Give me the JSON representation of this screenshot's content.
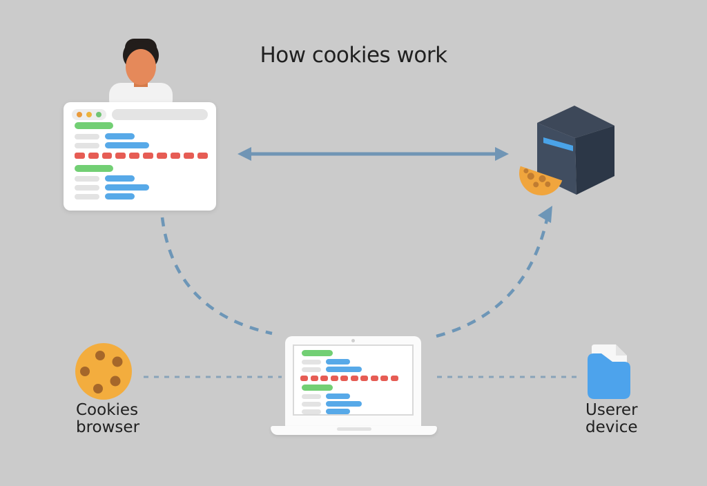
{
  "title": "How cookies work",
  "labels": {
    "cookies_browser": {
      "line1": "Cookies",
      "line2": "browser"
    },
    "user_device": {
      "line1": "Userer",
      "line2": "device"
    }
  },
  "nodes": [
    {
      "id": "user-browser",
      "description": "person behind a browser window with mock content",
      "position": "top-left"
    },
    {
      "id": "server",
      "description": "dark server cube with blue stripe and cookie wedge",
      "position": "top-right"
    },
    {
      "id": "laptop",
      "description": "laptop showing the same mock page content",
      "position": "bottom-center"
    },
    {
      "id": "cookie",
      "label": "Cookies browser",
      "position": "bottom-left"
    },
    {
      "id": "device-folder",
      "label": "Userer device",
      "position": "bottom-right"
    }
  ],
  "connectors": [
    {
      "from": "user-browser",
      "to": "server",
      "style": "solid double-headed arrow"
    },
    {
      "from": "user-browser",
      "to": "laptop",
      "style": "dashed curve"
    },
    {
      "from": "laptop",
      "to": "server",
      "style": "dashed curve with arrowhead"
    },
    {
      "from": "cookie",
      "to": "laptop",
      "style": "dotted line"
    },
    {
      "from": "laptop",
      "to": "device-folder",
      "style": "dotted line"
    }
  ],
  "colors": {
    "background": "#cbcbcb",
    "text": "#202020",
    "arrow_blue": "#7095b5",
    "dashed_blue": "#6d96b7",
    "dotted_blue": "#7e9db7",
    "pill_green": "#72cf74",
    "pill_blue": "#57a9e8",
    "pill_gray": "#e3e3e3",
    "dash_red": "#e65c54",
    "server_top": "#3d4859",
    "server_left": "#404d60",
    "server_right": "#2c3747",
    "server_stripe": "#4aa3e8",
    "cookie_body": "#f3ad3e",
    "cookie_spot": "#a5672a",
    "folder_blue": "#4da3ec",
    "skin": "#e5895a",
    "hair": "#221d1b",
    "shirt": "#f2f2f2"
  }
}
